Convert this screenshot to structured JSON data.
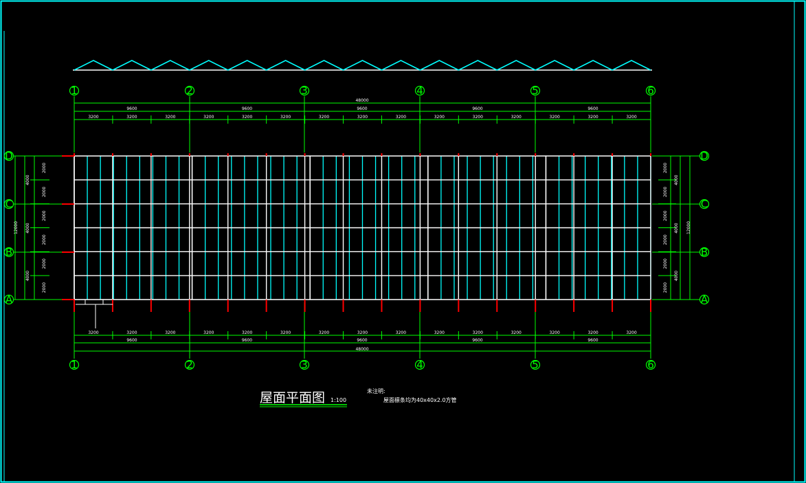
{
  "drawing": {
    "title": "屋面平面图",
    "scale": "1:100",
    "notes_heading": "未注明:",
    "notes_line": "屋面檩条均为40x40x2.0方管"
  },
  "grid": {
    "columns": [
      "1",
      "2",
      "3",
      "4",
      "5",
      "6"
    ],
    "rows": [
      "D",
      "C",
      "B",
      "A"
    ]
  },
  "dimensions": {
    "top_total": "48000",
    "top_bays": [
      "9600",
      "9600",
      "9600",
      "9600",
      "9600"
    ],
    "top_sub": [
      "3200",
      "3200",
      "3200",
      "3200",
      "3200",
      "3200",
      "3200",
      "3200",
      "3200",
      "3200",
      "3200",
      "3200",
      "3200",
      "3200",
      "3200"
    ],
    "bottom_sub": [
      "3200",
      "3200",
      "3200",
      "3200",
      "3200",
      "3200",
      "3200",
      "3200",
      "3200",
      "3200",
      "3200",
      "3200",
      "3200",
      "3200",
      "3200"
    ],
    "bottom_bays": [
      "9600",
      "9600",
      "9600",
      "9600",
      "9600"
    ],
    "bottom_total": "48000",
    "side_total": "12000",
    "side_spans": [
      "4000",
      "4000",
      "4000"
    ],
    "side_sub": [
      "2000",
      "2000",
      "2000",
      "2000",
      "2000",
      "2000"
    ]
  },
  "colors": {
    "border": "#00ffff",
    "dimension": "#00ff00",
    "rafter": "#00ffff",
    "purlin": "#ffffff",
    "column_mark": "#ff0000",
    "truss": "#00ffff"
  }
}
